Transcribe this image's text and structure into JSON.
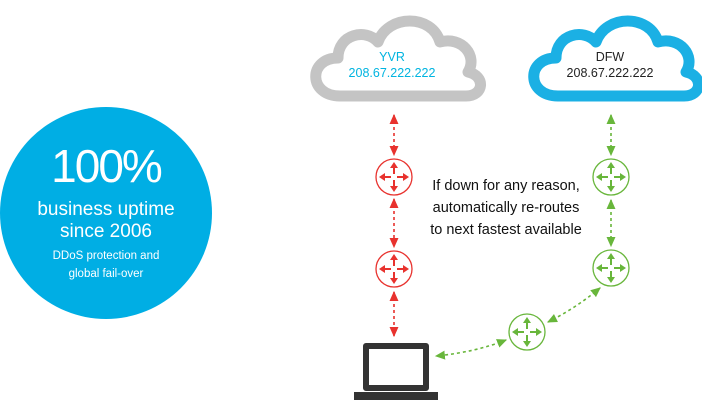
{
  "stat": {
    "headline": "100%",
    "line1": "business uptime",
    "line2": "since 2006",
    "line3": "DDoS protection and",
    "line4": "global fail-over"
  },
  "clouds": {
    "yvr": {
      "name": "YVR",
      "ip": "208.67.222.222",
      "status": "down"
    },
    "dfw": {
      "name": "DFW",
      "ip": "208.67.222.222",
      "status": "active"
    }
  },
  "note": {
    "line1": "If down for any reason,",
    "line2": "automatically re-routes",
    "line3": "to next fastest available"
  },
  "colors": {
    "stat_circle": "#00aee4",
    "cloud_down": "#c4c4c4",
    "cloud_active": "#1bb0e4",
    "route_down": "#e8322e",
    "route_active": "#68b63b",
    "laptop": "#333333"
  },
  "icons": {
    "router": "router-icon",
    "laptop": "laptop-icon",
    "cloud": "cloud-icon"
  }
}
